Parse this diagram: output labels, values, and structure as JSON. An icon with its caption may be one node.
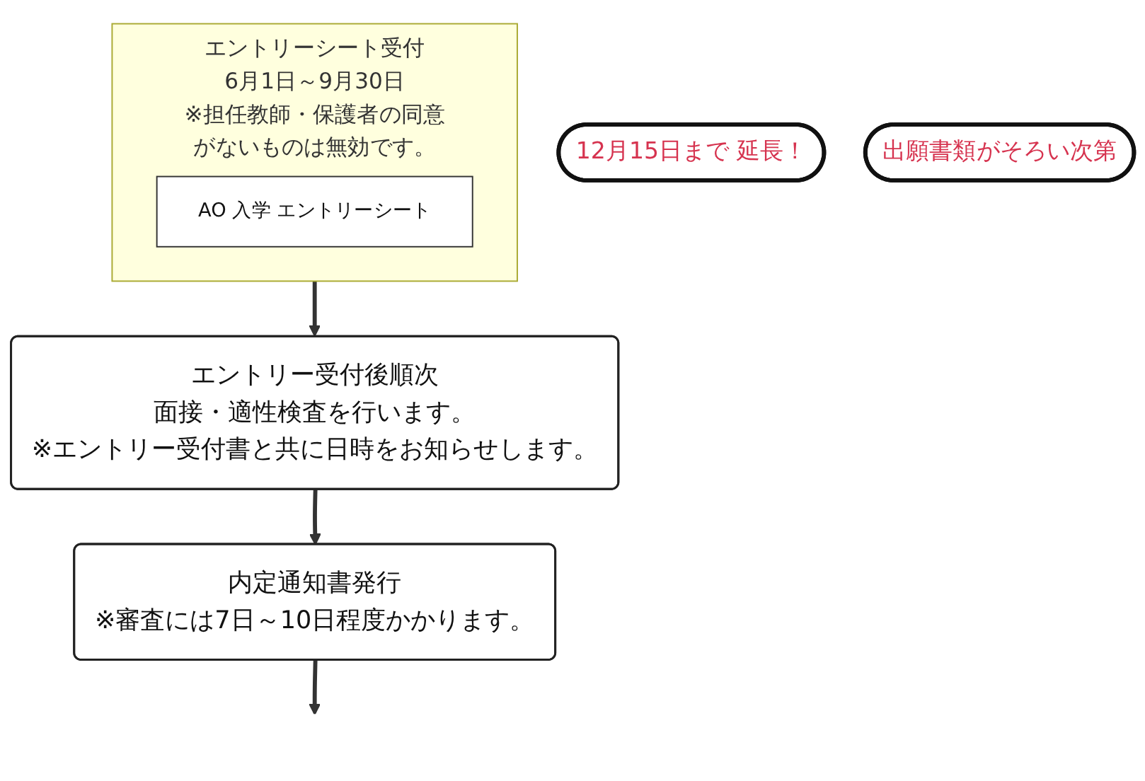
{
  "diagram": {
    "nodes": [
      {
        "text": [
          "エントリーシート受付",
          "6月1日～9月30日",
          "※担任教師・保護者の同意がないものは無効です。"
        ]
      },
      {
        "text": [
          "12月15日まで 延長！"
        ]
      },
      {
        "text": [
          "AO 入学 エントリーシート"
        ],
        "in": 0
      },
      {
        "text": [
          "エントリー受付後順次",
          "面接・適性検査を行います。",
          "※エントリー受付書と共に日時をお知らせします。"
        ]
      },
      {
        "text": [
          "出願書類がそろい次第"
        ]
      },
      {
        "text": [
          "内定通知書発行",
          "※審査には7日～10日程度かかります。"
        ]
      }
    ],
    "edges": [
      {
        "from": 0,
        "to": 3,
        "arrow": "to"
      },
      {
        "from": 3,
        "to": 5,
        "arrow": "to"
      },
      {
        "from": 5,
        "to": null,
        "arrow": "to"
      }
    ]
  }
}
